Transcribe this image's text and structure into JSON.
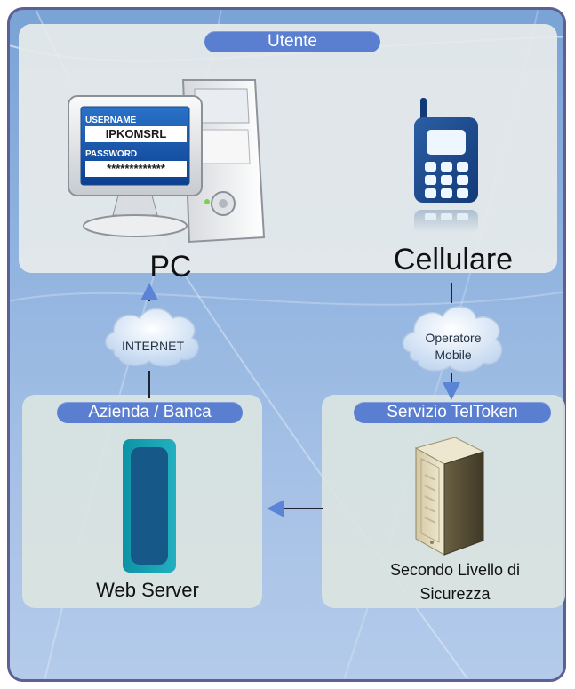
{
  "panels": {
    "user": {
      "pill": "Utente"
    },
    "company": {
      "pill": "Azienda / Banca"
    },
    "service": {
      "pill": "Servizio TelToken"
    }
  },
  "nodes": {
    "pc": "PC",
    "phone": "Cellulare",
    "web_server": "Web Server",
    "security_line1": "Secondo Livello di",
    "security_line2": "Sicurezza"
  },
  "clouds": {
    "internet": "INTERNET",
    "operator_line1": "Operatore",
    "operator_line2": "Mobile"
  },
  "login": {
    "username_label": "USERNAME",
    "username_value": "IPKOMSRL",
    "password_label": "PASSWORD",
    "password_value": "*************"
  },
  "colors": {
    "background_top": "#7aa3d6",
    "background_bottom": "#b4cbeb",
    "frame_border": "#5f5f93",
    "pill_fill": "#5b7fd0",
    "connector": "#1f2430"
  }
}
